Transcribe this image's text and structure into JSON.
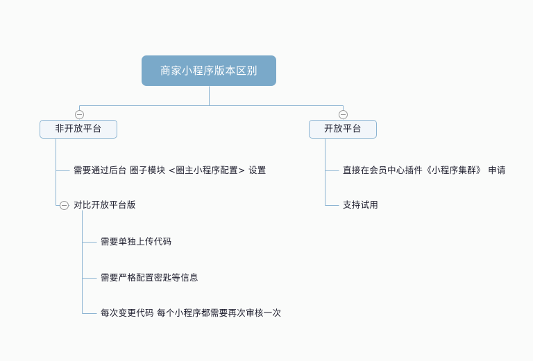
{
  "theme": {
    "background": "#fafbfa",
    "root_fill": "#7aa9c9",
    "root_text": "#ffffff",
    "node_fill": "#f2f6fa",
    "node_border": "#8cb4d2",
    "connector": "#8cb4d2",
    "text": "#1b1b2b",
    "toggle_border": "#9a9a9a"
  },
  "mindmap": {
    "root": {
      "label": "商家小程序版本区别"
    },
    "branches": [
      {
        "id": "non-open-platform",
        "label": "非开放平台",
        "toggle": "collapse-minus-icon",
        "children": [
          {
            "id": "backend-config",
            "label": "需要通过后台 圈子模块 <圈主小程序配置> 设置"
          },
          {
            "id": "compare-open-platform",
            "label": "对比开放平台版",
            "toggle": "collapse-minus-icon",
            "children": [
              {
                "id": "upload-code",
                "label": "需要单独上传代码"
              },
              {
                "id": "configure-keys",
                "label": "需要严格配置密匙等信息"
              },
              {
                "id": "review-each-change",
                "label": "每次变更代码 每个小程序都需要再次审核一次"
              }
            ]
          }
        ]
      },
      {
        "id": "open-platform",
        "label": "开放平台",
        "toggle": "collapse-minus-icon",
        "children": [
          {
            "id": "apply-plugin",
            "label": "直接在会员中心插件《小程序集群》 申请"
          },
          {
            "id": "supports-trial",
            "label": "支持试用"
          }
        ]
      }
    ]
  }
}
